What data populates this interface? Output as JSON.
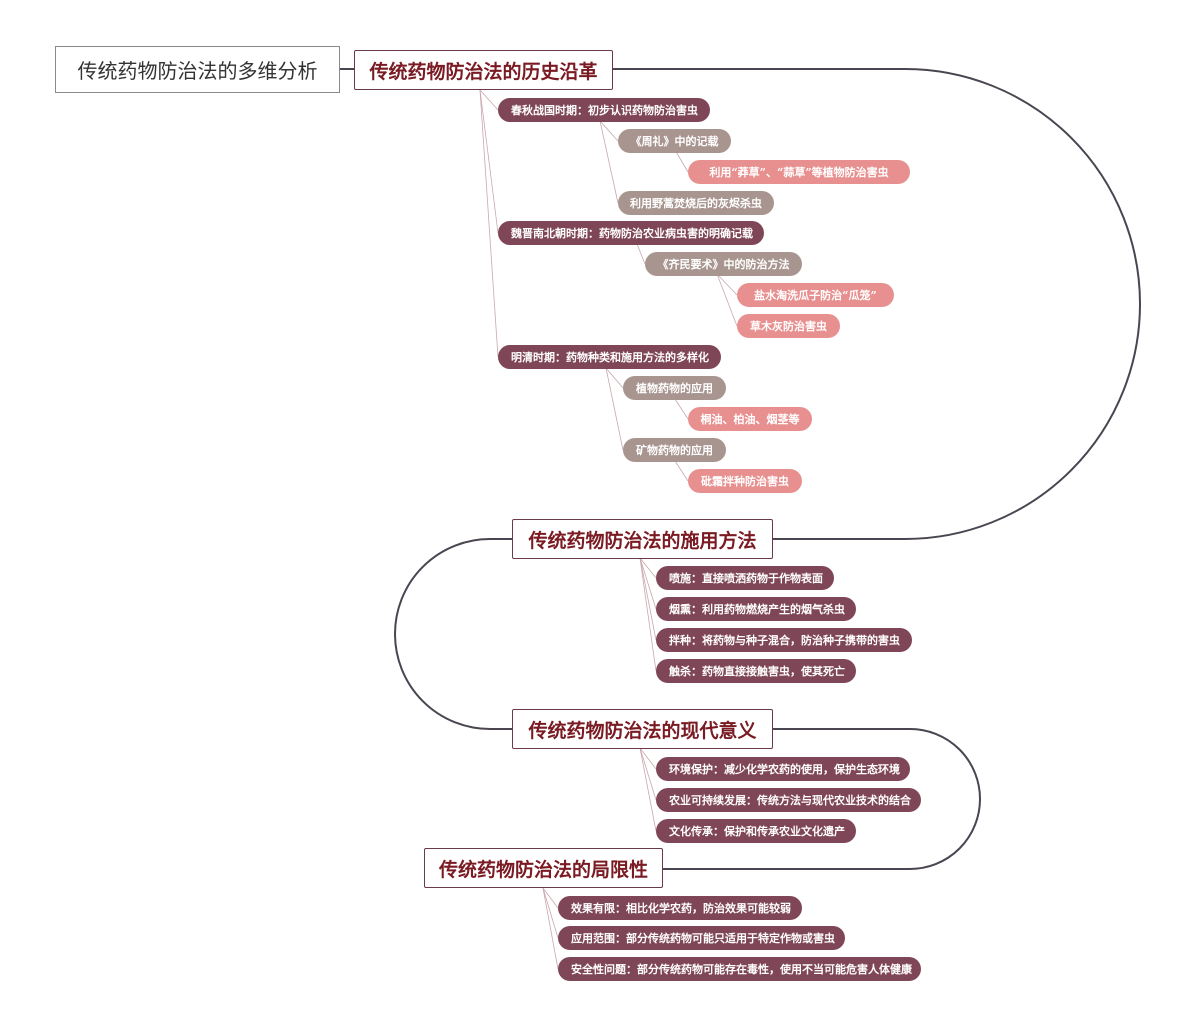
{
  "root": "传统药物防治法的多维分析",
  "history": {
    "title": "传统药物防治法的历史沿革",
    "period1": "春秋战国时期：初步认识药物防治害虫",
    "zhouli": "《周礼》中的记载",
    "zhouli_detail": "利用“莽草”、“蒜草”等植物防治害虫",
    "wild_herbs": "利用野蒿焚烧后的灰烬杀虫",
    "period2": "魏晋南北朝时期：药物防治农业病虫害的明确记载",
    "qimin": "《齐民要术》中的防治方法",
    "qimin_salt": "盐水淘洗瓜子防治“瓜笼”",
    "qimin_ash": "草木灰防治害虫",
    "period3": "明清时期：药物种类和施用方法的多样化",
    "plant": "植物药物的应用",
    "plant_detail": "桐油、柏油、烟茎等",
    "mineral": "矿物药物的应用",
    "mineral_detail": "砒霜拌种防治害虫"
  },
  "application": {
    "title": "传统药物防治法的施用方法",
    "items": [
      "喷施：直接喷洒药物于作物表面",
      "烟熏：利用药物燃烧产生的烟气杀虫",
      "拌种：将药物与种子混合，防治种子携带的害虫",
      "触杀：药物直接接触害虫，使其死亡"
    ]
  },
  "modern": {
    "title": "传统药物防治法的现代意义",
    "items": [
      "环境保护：减少化学农药的使用，保护生态环境",
      "农业可持续发展：传统方法与现代农业技术的结合",
      "文化传承：保护和传承农业文化遗产"
    ]
  },
  "limits": {
    "title": "传统药物防治法的局限性",
    "items": [
      "效果有限：相比化学农药，防治效果可能较弱",
      "应用范围：部分传统药物可能只适用于特定作物或害虫",
      "安全性问题：部分传统药物可能存在毒性，使用不当可能危害人体健康"
    ]
  },
  "colors": {
    "main_border": "#6b3a4a",
    "main_text": "#7a1a22",
    "level2": "#7f4657",
    "level3": "#a8958f",
    "level4": "#e89090",
    "trunk": "#4a4550"
  }
}
